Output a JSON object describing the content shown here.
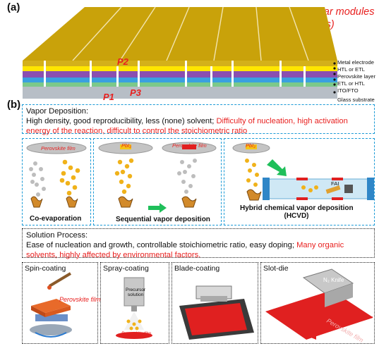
{
  "panel_a": {
    "label": "(a)",
    "title_line1": "Perovskite solar modules",
    "title_line2": "(PSMs)",
    "layers": [
      "Metal electrode",
      "HTL or ETL",
      "Perovskite layer",
      "ETL or HTL",
      "ITO/FTO",
      "Glass substrate"
    ],
    "p1": "P1",
    "p2": "P2",
    "p3": "P3",
    "colors": {
      "metal": "#c9a20a",
      "htl": "#ffe600",
      "perovskite": "#8a4fb0",
      "etl": "#3aa0e0",
      "ito": "#7cc98a",
      "glass": "#b7bec6"
    }
  },
  "panel_b": {
    "label": "(b)",
    "vapor": {
      "heading": "Vapor Deposition:",
      "text_normal": "High density, good reproducibility, less (none) solvent; ",
      "text_red": "Difficulty of nucleation, high activation energy of the reaction, difficult to control the stoichiometric ratio"
    },
    "vapor_methods": {
      "coevap_label": "Perovskite film",
      "coevap_caption": "Co-evaporation",
      "seq_pbi_1": "PbI₂",
      "seq_film": "Perovskite film",
      "seq_caption": "Sequential vapor deposition",
      "hcvd_pbi": "PbI₂",
      "hcvd_fai": "FAI",
      "hcvd_caption_1": "Hybrid chemical vapor deposition",
      "hcvd_caption_2": "(HCVD)"
    },
    "solution": {
      "heading": "Solution Process:",
      "text_normal": "Ease of nucleation and growth, controllable stoichiometric ratio, easy doping; ",
      "text_red": "Many organic solvents, highly affected by environmental factors."
    },
    "solution_methods": {
      "spin_title": "Spin-coating",
      "spin_label": "Perovskite film",
      "spray_title": "Spray-coating",
      "spray_precursor_1": "Precursor",
      "spray_precursor_2": "solution",
      "spray_label": "Perovskite film",
      "blade_title": "Blade-coating",
      "slot_title": "Slot-die",
      "slot_knife": "N₂ Knife",
      "slot_label": "Perovskite film"
    }
  }
}
